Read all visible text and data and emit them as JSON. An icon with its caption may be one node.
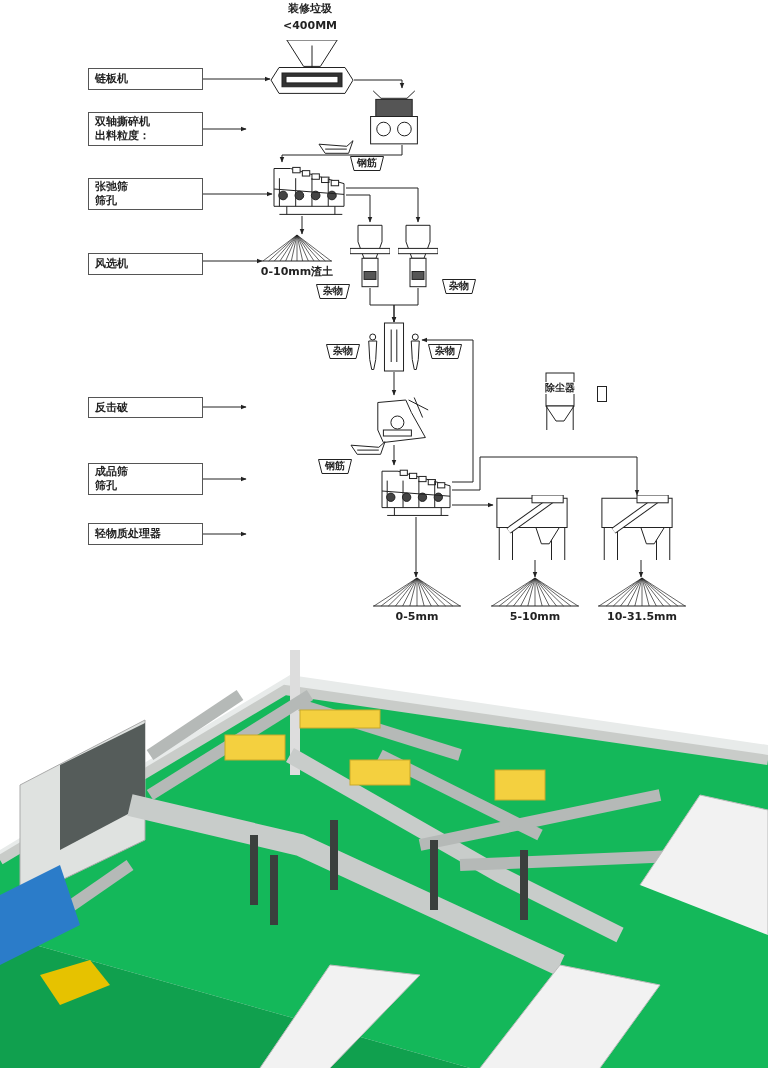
{
  "diagram": {
    "nodes": [
      {
        "text": [
          "链板机"
        ]
      },
      {
        "text": [
          "双轴撕碎机",
          "出料粒度："
        ]
      },
      {
        "text": [
          "张弛筛",
          "筛孔"
        ]
      },
      {
        "text": [
          "风选机"
        ]
      },
      {
        "text": [
          "反击破"
        ]
      },
      {
        "text": [
          "成品筛",
          "筛孔"
        ]
      },
      {
        "text": [
          "轻物质处理器"
        ]
      },
      {
        "text": [],
        "shape": "picture",
        "beside": [
          "装修垃圾",
          "<400MM"
        ]
      },
      {
        "text": [],
        "shape": "picture"
      },
      {
        "text": [],
        "shape": "picture"
      },
      {
        "text": [
          "钢筋"
        ]
      },
      {
        "text": [],
        "shape": "picture"
      },
      {
        "text": [],
        "shape": "picture",
        "beside": [
          "0-10mm渣土"
        ]
      },
      {
        "text": [],
        "shape": "picture"
      },
      {
        "text": [],
        "shape": "picture"
      },
      {
        "text": [
          "杂物"
        ]
      },
      {
        "text": [
          "杂物"
        ]
      },
      {
        "text": [],
        "shape": "picture"
      },
      {
        "text": [
          "杂物"
        ]
      },
      {
        "text": [
          "杂物"
        ]
      },
      {
        "text": [],
        "shape": "picture"
      },
      {
        "text": [],
        "shape": "picture"
      },
      {
        "text": [
          "钢筋"
        ]
      },
      {
        "text": [],
        "shape": "picture"
      },
      {
        "text": [],
        "shape": "picture"
      },
      {
        "text": [],
        "shape": "picture"
      },
      {
        "text": [],
        "shape": "picture",
        "beside": [
          "0-5mm"
        ]
      },
      {
        "text": [],
        "shape": "picture",
        "beside": [
          "5-10mm"
        ]
      },
      {
        "text": [],
        "shape": "picture",
        "beside": [
          "10-31.5mm"
        ]
      },
      {
        "text": [
          "除尘器"
        ]
      },
      {
        "text": [],
        "shape": "box"
      }
    ],
    "edges": [
      {
        "from": 0,
        "to": 7,
        "arrow": "to"
      },
      {
        "from": 1,
        "to": null,
        "arrow": "to"
      },
      {
        "from": 2,
        "to": 11,
        "arrow": "to"
      },
      {
        "from": 3,
        "to": 12,
        "arrow": "to"
      },
      {
        "from": 4,
        "to": null,
        "arrow": "to"
      },
      {
        "from": 5,
        "to": null,
        "arrow": "to"
      },
      {
        "from": 6,
        "to": null,
        "arrow": "to"
      },
      {
        "from": 7,
        "to": 8,
        "arrow": "to"
      },
      {
        "from": 8,
        "to": 11,
        "arrow": "to"
      },
      {
        "from": 11,
        "to": 12,
        "arrow": "to"
      },
      {
        "from": 11,
        "to": 13,
        "arrow": "to"
      },
      {
        "from": 11,
        "to": 14,
        "arrow": "to"
      },
      {
        "from": 13,
        "to": 17,
        "arrow": "to"
      },
      {
        "from": 14,
        "to": 17,
        "arrow": "to"
      },
      {
        "from": 17,
        "to": 20,
        "arrow": "to"
      },
      {
        "from": 20,
        "to": 23,
        "arrow": "to"
      },
      {
        "from": 23,
        "to": 24,
        "arrow": "to"
      },
      {
        "from": 23,
        "to": 25,
        "arrow": "to"
      },
      {
        "from": 23,
        "to": 17,
        "arrow": "to"
      },
      {
        "from": 23,
        "to": 26,
        "arrow": "to"
      },
      {
        "from": 24,
        "to": 27,
        "arrow": "to"
      },
      {
        "from": 25,
        "to": 28,
        "arrow": "to"
      }
    ]
  }
}
